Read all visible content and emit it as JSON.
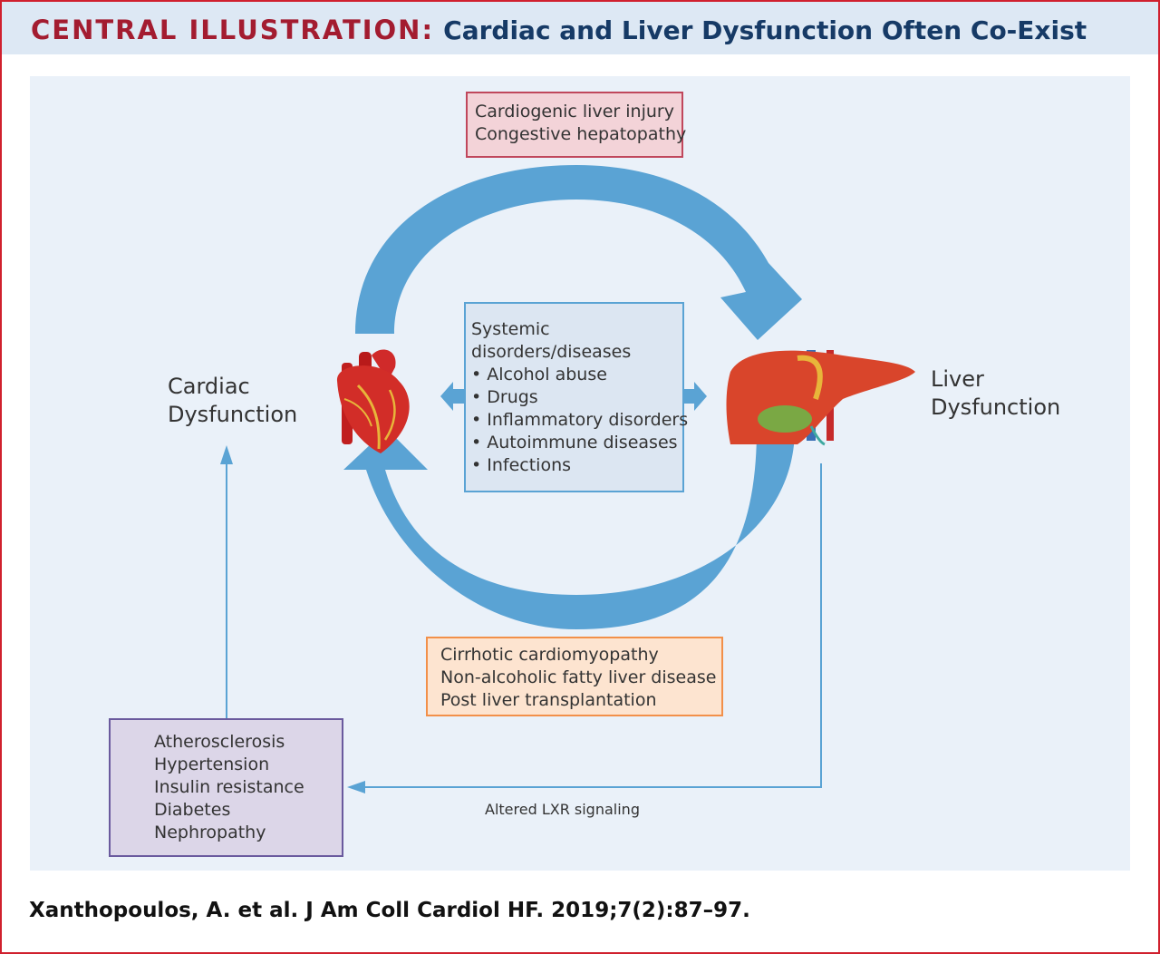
{
  "header": {
    "prefix": "CENTRAL ILLUSTRATION:",
    "title": "Cardiac and Liver Dysfunction Often Co-Exist"
  },
  "labels": {
    "cardiac": [
      "Cardiac",
      "Dysfunction"
    ],
    "liver": [
      "Liver",
      "Dysfunction"
    ]
  },
  "top_box": {
    "lines": [
      "Cardiogenic liver injury",
      "Congestive hepatopathy"
    ]
  },
  "center_box": {
    "lines": [
      "Systemic",
      "disorders/diseases",
      "• Alcohol abuse",
      "• Drugs",
      "• Inflammatory disorders",
      "• Autoimmune diseases",
      "• Infections"
    ]
  },
  "bottom_box": {
    "lines": [
      "Cirrhotic cardiomyopathy",
      "Non-alcoholic fatty liver disease",
      "Post liver transplantation"
    ]
  },
  "risk_box": {
    "lines": [
      "Atherosclerosis",
      "Hypertension",
      "Insulin resistance",
      "Diabetes",
      "Nephropathy"
    ]
  },
  "caption": "Altered LXR signaling",
  "citation": "Xanthopoulos, A. et al. J Am Coll Cardiol HF. 2019;7(2):87–97.",
  "icons": [
    "heart-icon",
    "liver-icon"
  ],
  "colors": {
    "frame": "#d0202e",
    "header_bg": "#dde8f4",
    "header_prefix": "#a31c30",
    "header_title": "#163a66",
    "panel_bg": "#eaf1f9",
    "arrow": "#5aa3d4",
    "top_box_fill": "#f3d3d8",
    "top_box_border": "#c0475c",
    "center_box_fill": "#dce6f2",
    "bottom_box_fill": "#fde4d0",
    "bottom_box_border": "#f2904a",
    "risk_box_fill": "#dcd6e8",
    "risk_box_border": "#6a5a9e"
  }
}
